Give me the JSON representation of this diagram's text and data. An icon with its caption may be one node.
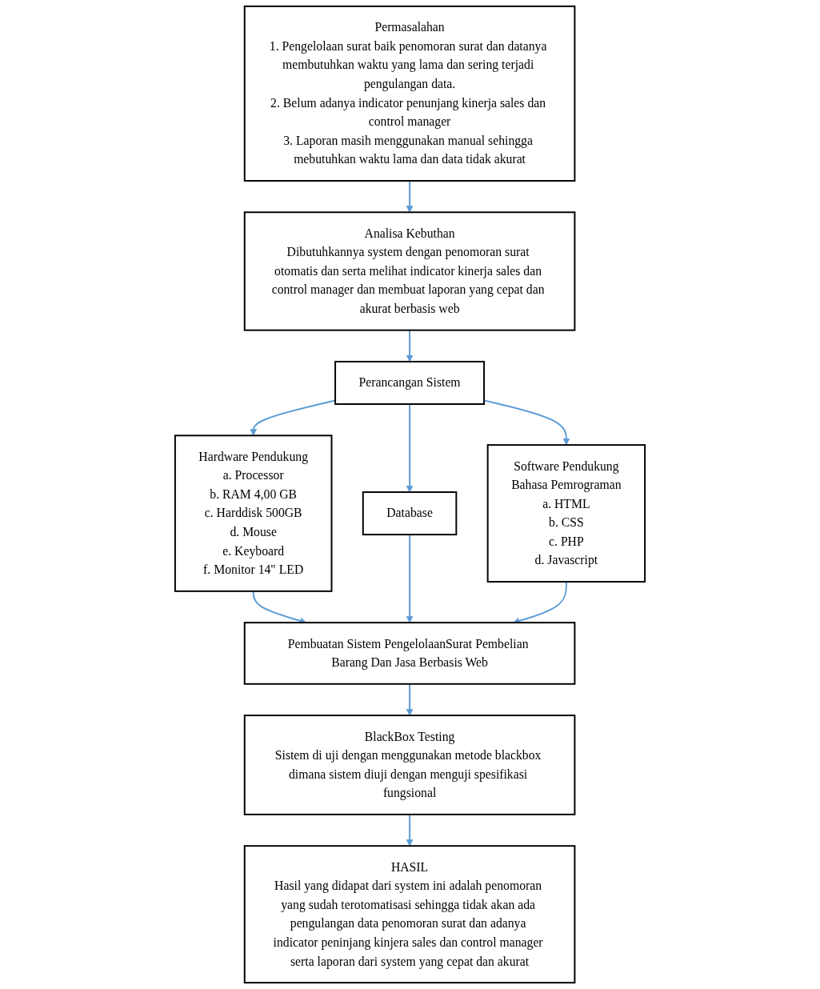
{
  "diagram": {
    "nodes": [
      {
        "text": [
          "Permasalahan",
          "1. Pengelolaan surat baik penomoran surat dan datanya membutuhkan waktu yang lama dan sering terjadi pengulangan data.",
          "2. Belum adanya indicator penunjang kinerja sales dan control manager",
          "3. Laporan masih menggunakan manual sehingga mebutuhkan waktu lama dan data tidak akurat"
        ]
      },
      {
        "text": [
          "Analisa Kebuthan",
          "Dibutuhkannya system dengan penomoran surat otomatis dan serta melihat indicator kinerja sales dan control manager dan membuat laporan yang cepat dan akurat berbasis web"
        ]
      },
      {
        "text": [
          "Perancangan Sistem"
        ]
      },
      {
        "text": [
          "Hardware Pendukung",
          "a. Processor",
          "b. RAM 4,00 GB",
          "c. Harddisk 500GB",
          "d. Mouse",
          "e. Keyboard",
          "f. Monitor 14\" LED"
        ]
      },
      {
        "text": [
          "Database"
        ]
      },
      {
        "text": [
          "Software Pendukung",
          "Bahasa Pemrograman",
          "a. HTML",
          "b. CSS",
          "c. PHP",
          "d. Javascript"
        ]
      },
      {
        "text": [
          "Pembuatan Sistem PengelolaanSurat Pembelian Barang Dan Jasa Berbasis Web"
        ]
      },
      {
        "text": [
          "BlackBox Testing",
          "Sistem di uji dengan menggunakan metode blackbox dimana sistem diuji dengan menguji spesifikasi fungsional"
        ]
      },
      {
        "text": [
          "HASIL",
          "Hasil yang didapat dari system ini adalah penomoran yang sudah terotomatisasi sehingga tidak akan ada pengulangan data penomoran surat dan adanya indicator peninjang kinjera sales dan control manager serta laporan dari system yang cepat dan akurat"
        ]
      }
    ],
    "edges": [
      {
        "from": 0,
        "to": 1,
        "arrow": "to"
      },
      {
        "from": 1,
        "to": 2,
        "arrow": "to"
      },
      {
        "from": 2,
        "to": 3,
        "arrow": "to"
      },
      {
        "from": 2,
        "to": 4,
        "arrow": "to"
      },
      {
        "from": 2,
        "to": 5,
        "arrow": "to"
      },
      {
        "from": 3,
        "to": 6,
        "arrow": "to"
      },
      {
        "from": 4,
        "to": 6,
        "arrow": "to"
      },
      {
        "from": 5,
        "to": 6,
        "arrow": "to"
      },
      {
        "from": 6,
        "to": 7,
        "arrow": "to"
      },
      {
        "from": 7,
        "to": 8,
        "arrow": "to"
      }
    ]
  }
}
